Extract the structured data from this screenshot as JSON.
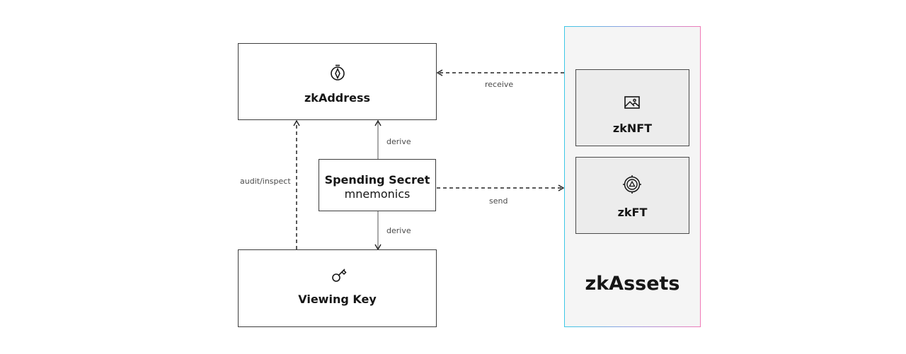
{
  "nodes": {
    "zkaddress": {
      "title": "zkAddress",
      "icon": "compass-icon"
    },
    "spending_secret": {
      "title": "Spending Secret",
      "subtitle": "mnemonics"
    },
    "viewing_key": {
      "title": "Viewing Key",
      "icon": "key-icon"
    },
    "zknft": {
      "title": "zkNFT",
      "icon": "image-icon"
    },
    "zkft": {
      "title": "zkFT",
      "icon": "target-icon"
    }
  },
  "zkassets": {
    "title": "zkAssets"
  },
  "edges": {
    "receive": "receive",
    "derive_up": "derive",
    "derive_down": "derive",
    "send": "send",
    "audit": "audit/inspect"
  },
  "colors": {
    "panel_gradient_start": "#3cc8e6",
    "panel_gradient_end": "#f07ab8",
    "card_fill": "#ececec",
    "panel_fill": "#f5f5f5",
    "stroke": "#3d3d3d"
  }
}
